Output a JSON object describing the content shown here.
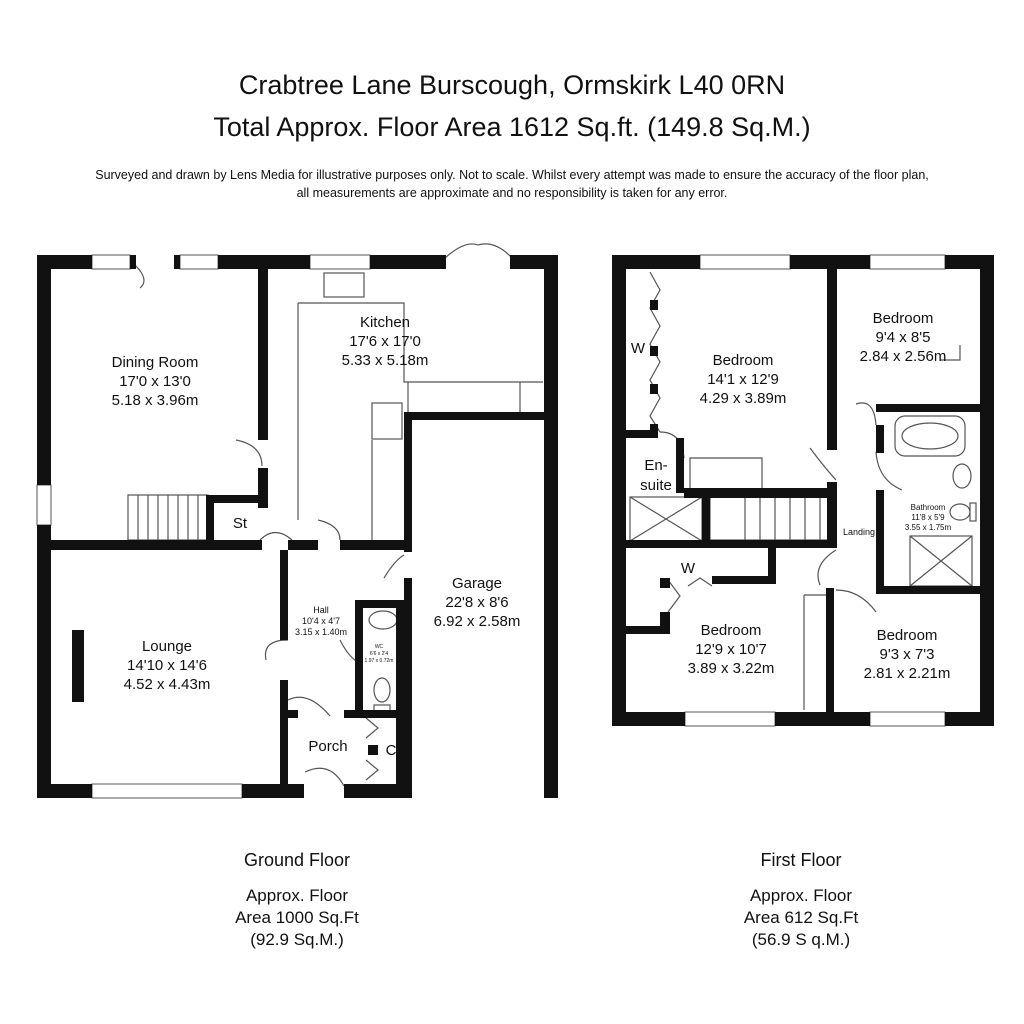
{
  "header": {
    "title": "Crabtree Lane Burscough, Ormskirk L40 0RN",
    "total_area": "Total Approx. Floor Area 1612 Sq.ft. (149.8 Sq.M.)",
    "disclaimer_line1": "Surveyed and drawn by Lens Media for illustrative purposes only. Not to scale. Whilst every attempt was made to ensure the accuracy of the floor plan,",
    "disclaimer_line2": "all measurements are approximate and no responsibility is taken for any error."
  },
  "ground_floor": {
    "label": "Ground Floor",
    "area_line1": "Approx. Floor",
    "area_line2": "Area 1000 Sq.Ft",
    "area_line3": "(92.9 Sq.M.)",
    "rooms": {
      "dining": {
        "name": "Dining Room",
        "imperial": "17'0 x 13'0",
        "metric": "5.18 x 3.96m"
      },
      "kitchen": {
        "name": "Kitchen",
        "imperial": "17'6 x 17'0",
        "metric": "5.33 x 5.18m"
      },
      "lounge": {
        "name": "Lounge",
        "imperial": "14'10 x 14'6",
        "metric": "4.52 x 4.43m"
      },
      "garage": {
        "name": "Garage",
        "imperial": "22'8 x 8'6",
        "metric": "6.92 x 2.58m"
      },
      "hall": {
        "name": "Hall",
        "imperial": "10'4 x 4'7",
        "metric": "3.15 x 1.40m"
      },
      "wc": {
        "name": "WC",
        "imperial": "6'6 x 2'4",
        "metric": "1.97 x 0.72m"
      },
      "porch": {
        "name": "Porch"
      },
      "store": {
        "name": "St"
      },
      "cupboard": {
        "name": "C"
      }
    }
  },
  "first_floor": {
    "label": "First Floor",
    "area_line1": "Approx. Floor",
    "area_line2": "Area 612 Sq.Ft",
    "area_line3": "(56.9 S q.M.)",
    "rooms": {
      "bed1": {
        "name": "Bedroom",
        "imperial": "14'1 x 12'9",
        "metric": "4.29 x 3.89m"
      },
      "bed2": {
        "name": "Bedroom",
        "imperial": "9'4 x 8'5",
        "metric": "2.84 x 2.56m"
      },
      "bed3": {
        "name": "Bedroom",
        "imperial": "12'9 x 10'7",
        "metric": "3.89 x 3.22m"
      },
      "bed4": {
        "name": "Bedroom",
        "imperial": "9'3 x 7'3",
        "metric": "2.81 x 2.21m"
      },
      "bath": {
        "name": "Bathroom",
        "imperial": "11'8 x 5'9",
        "metric": "3.55 x 1.75m"
      },
      "ensuite_1": "En-",
      "ensuite_2": "suite",
      "landing": {
        "name": "Landing"
      },
      "wardrobe1": "W",
      "wardrobe2": "W"
    }
  }
}
